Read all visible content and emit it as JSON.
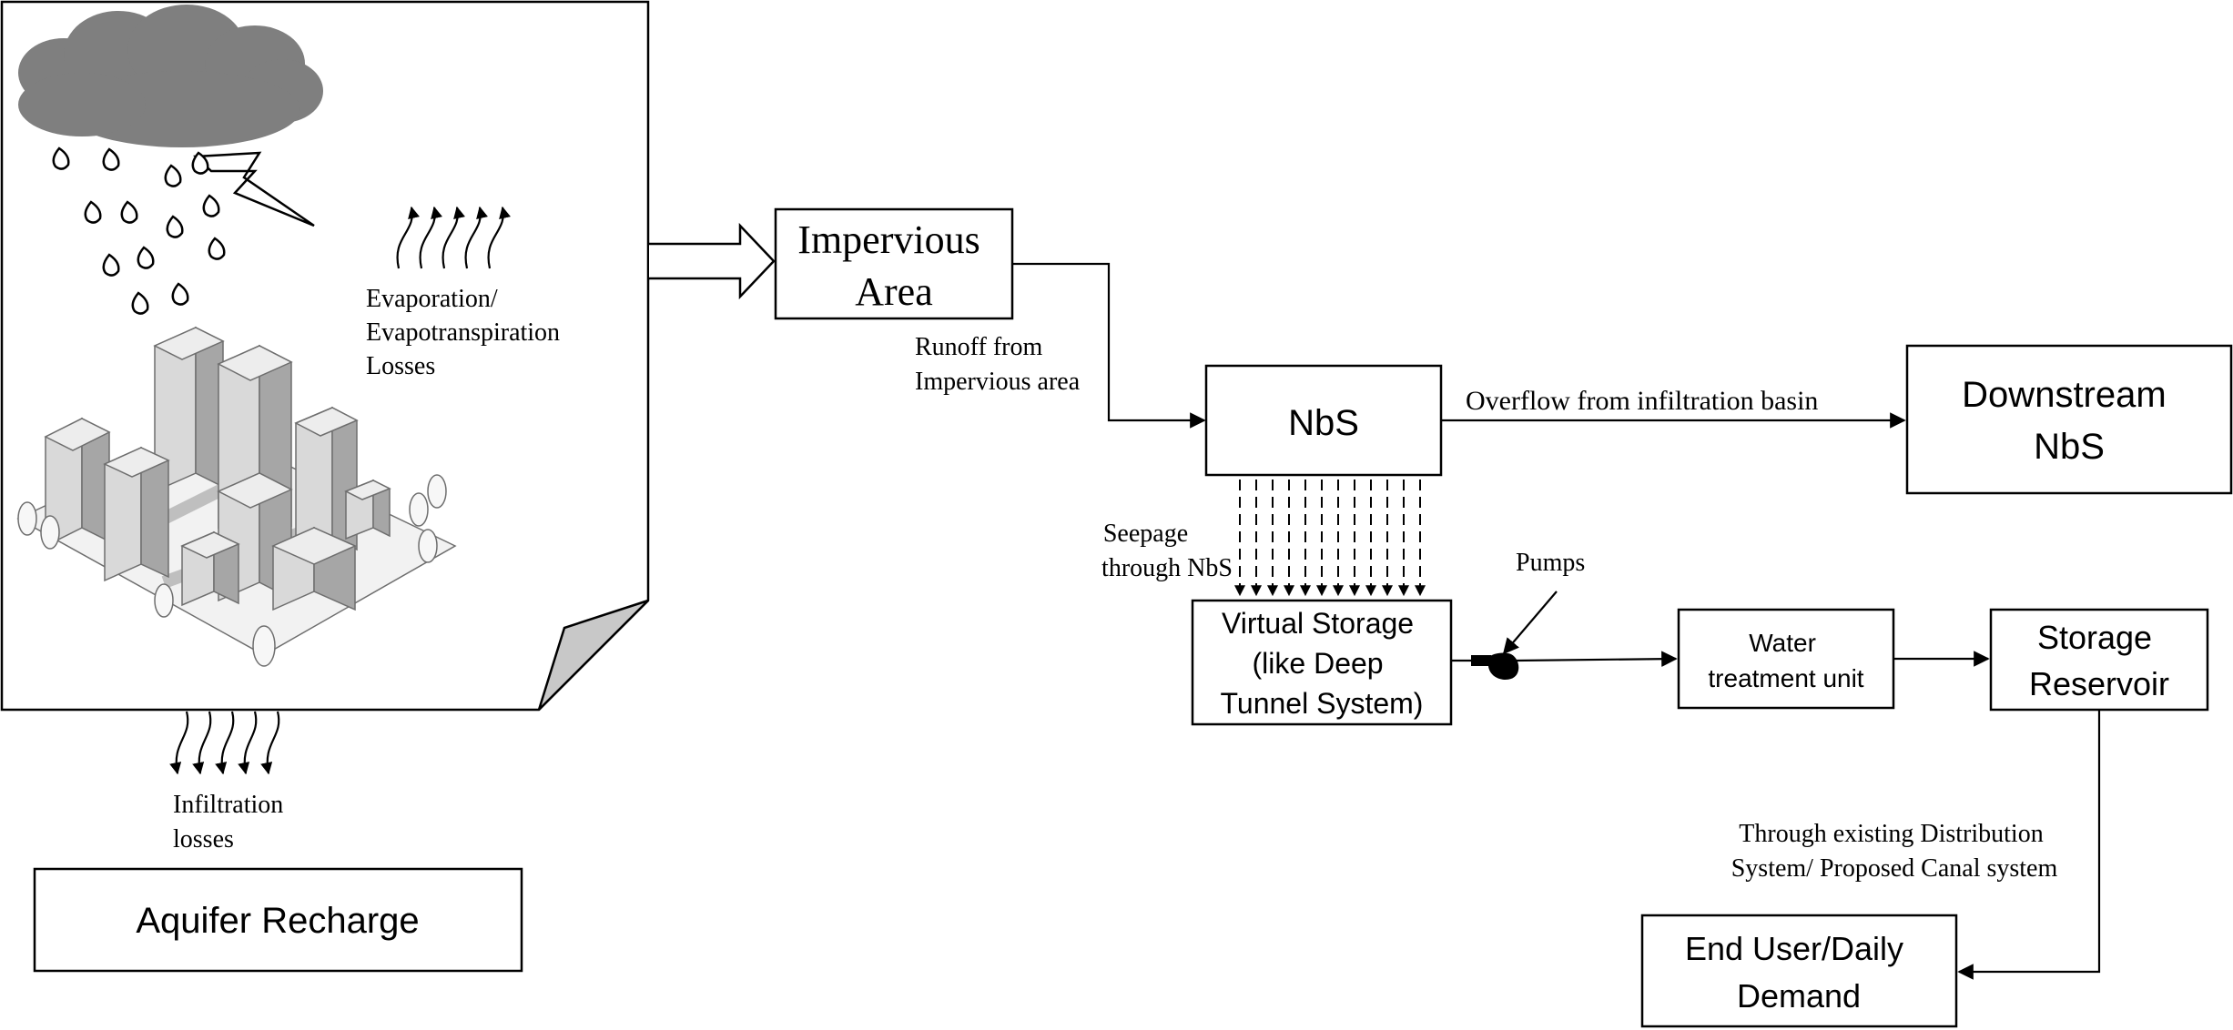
{
  "boxes": {
    "impervious": {
      "line1": "Impervious",
      "line2": "Area"
    },
    "nbs": {
      "label": "NbS"
    },
    "downstream": {
      "line1": "Downstream",
      "line2": "NbS"
    },
    "virtual_storage": {
      "line1": "Virtual Storage",
      "line2": "(like Deep",
      "line3": "Tunnel System)"
    },
    "water_treatment": {
      "line1": "Water",
      "line2": "treatment unit"
    },
    "storage_reservoir": {
      "line1": "Storage",
      "line2": "Reservoir"
    },
    "end_user": {
      "line1": "End User/Daily",
      "line2": "Demand"
    },
    "aquifer": {
      "label": "Aquifer Recharge"
    }
  },
  "labels": {
    "evaporation": {
      "line1": "Evaporation/",
      "line2": "Evapotranspiration",
      "line3": "Losses"
    },
    "infiltration": {
      "line1": "Infiltration",
      "line2": "losses"
    },
    "runoff": {
      "line1": "Runoff from",
      "line2": "Impervious area"
    },
    "overflow": {
      "line1": "Overflow from infiltration basin"
    },
    "seepage": {
      "line1": "Seepage",
      "line2": "through NbS"
    },
    "pumps": {
      "line1": "Pumps"
    },
    "distribution": {
      "line1": "Through existing Distribution",
      "line2": "System/ Proposed Canal system"
    }
  },
  "icons": {
    "cloud": "storm-cloud-icon",
    "lightning": "lightning-bolt-icon",
    "rain": "raindrop-icon",
    "city": "isometric-city-icon",
    "pump": "pump-icon"
  },
  "colors": {
    "cloud": "#7f7f7f",
    "page_fold": "#c8c8c8",
    "building": "#d9d9d9",
    "building_dark": "#a6a6a6"
  }
}
